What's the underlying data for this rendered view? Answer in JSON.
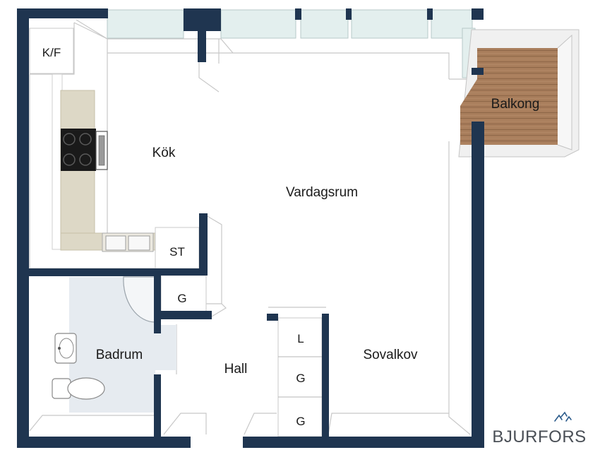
{
  "rooms": {
    "kok": "Kök",
    "vardagsrum": "Vardagsrum",
    "balkong": "Balkong",
    "badrum": "Badrum",
    "hall": "Hall",
    "sovalkov": "Sovalkov"
  },
  "fixtures": {
    "kf": "K/F",
    "st": "ST",
    "g_hall": "G",
    "l": "L",
    "g1": "G",
    "g2": "G"
  },
  "logo": {
    "text": "BJURFORS",
    "icon": "birds-icon"
  },
  "colors": {
    "wall": "#1f3550",
    "floor": "#ffffff",
    "bath_floor": "#e6ebf0",
    "counter": "#ddd8c6",
    "deck": "#a97e5c",
    "window": "#e3efee",
    "logo_text": "#4a4f56",
    "logo_icon": "#2a5a8a"
  }
}
